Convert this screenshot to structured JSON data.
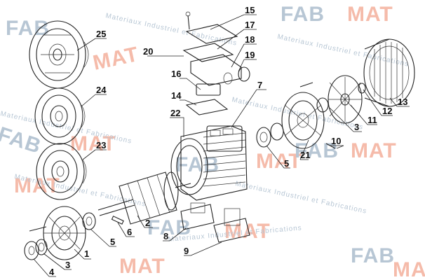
{
  "diagram": {
    "part_labels": [
      "1",
      "2",
      "3",
      "3",
      "4",
      "5",
      "5",
      "6",
      "7",
      "8",
      "9",
      "10",
      "11",
      "12",
      "13",
      "14",
      "15",
      "16",
      "17",
      "18",
      "19",
      "20",
      "21",
      "22",
      "23",
      "24",
      "25"
    ],
    "watermark": {
      "brand_fab": "FAB",
      "brand_mat": "MAT",
      "tagline": "Materiaux Industriel et Fabrications",
      "colors": {
        "fab": "#9fb3c6",
        "mat": "#f2a58e",
        "tagline": "#9fb3c6"
      }
    }
  }
}
